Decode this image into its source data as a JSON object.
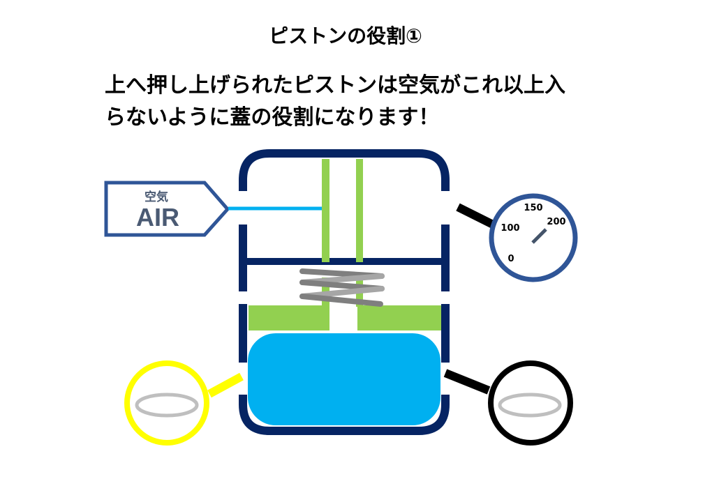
{
  "title": "ピストンの役割①",
  "subtitle": {
    "line1": "上へ押し上げられたピストンは空気がこれ以上入",
    "line2": "らないように蓋の役割になります！"
  },
  "air": {
    "jp": "空気",
    "en": "AIR"
  },
  "gauge": {
    "ticks": [
      "0",
      "100",
      "150",
      "200"
    ]
  },
  "colors": {
    "cylinder": "#062463",
    "piston": "#92d050",
    "fluid": "#00b0f0",
    "air_line": "#00b0f0",
    "air_box": "#2f5597",
    "gauge_ring": "#2f5597",
    "spring": "#7f7f7f",
    "magnifier_left": "#ffff00",
    "magnifier_right": "#000000",
    "oring": "#bfbfbf"
  }
}
